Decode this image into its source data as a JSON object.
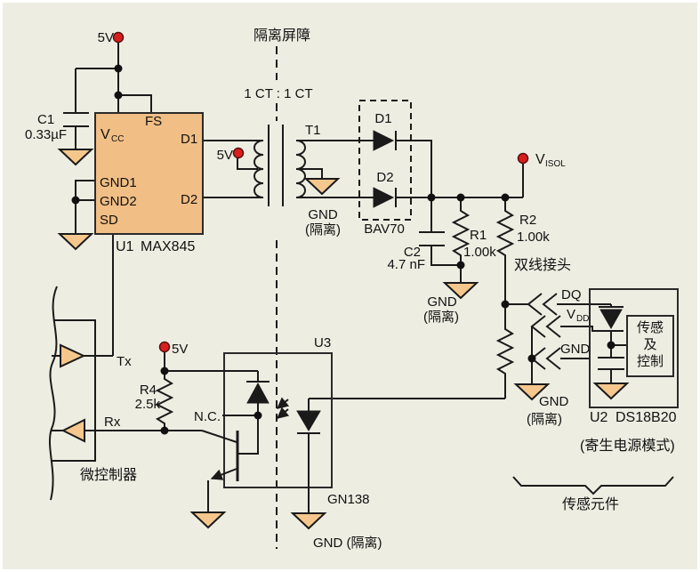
{
  "colors": {
    "background": "#EDEDE2",
    "wire": "#1A1A1A",
    "chip_fill": "#F1BE85",
    "ground_fill": "#F5C78D",
    "supply_dot": "#D81E1E"
  },
  "barrier": {
    "label": "隔离屏障"
  },
  "transformer": {
    "ref": "T1",
    "ratio": "1 CT : 1 CT",
    "tap": "5V",
    "gnd": "GND",
    "gnd_note": "(隔离)"
  },
  "u1": {
    "ref": "U1",
    "part": "MAX845",
    "supply": "5V",
    "pin_fs": "FS",
    "pin_vcc_main": "V",
    "pin_vcc_sub": "CC",
    "pin_d1": "D1",
    "pin_d2": "D2",
    "pin_gnd1": "GND1",
    "pin_gnd2": "GND2",
    "pin_sd": "SD"
  },
  "c1": {
    "ref": "C1",
    "value": "0.33µF"
  },
  "bav70": {
    "part": "BAV70",
    "d1": "D1",
    "d2": "D2"
  },
  "c2": {
    "ref": "C2",
    "value": "4.7 nF"
  },
  "r1": {
    "ref": "R1",
    "value": "1.00k",
    "gnd": "GND",
    "gnd_note": "(隔离)"
  },
  "r2": {
    "ref": "R2",
    "value": "1.00k"
  },
  "visol": {
    "main": "V",
    "sub": "ISOL"
  },
  "connector": {
    "label": "双线接头",
    "dq": "DQ",
    "vdd_main": "V",
    "vdd_sub": "DD",
    "gnd_pin": "GND",
    "gnd": "GND",
    "gnd_note": "(隔离)"
  },
  "u2": {
    "ref": "U2",
    "part": "DS18B20",
    "core_line1": "传感",
    "core_line2": "及",
    "core_line3": "控制",
    "mode": "(寄生电源模式)"
  },
  "sensor": {
    "label": "传感元件"
  },
  "u3": {
    "ref": "U3",
    "part": "GN138",
    "nc": "N.C.",
    "gnd": "GND (隔离)"
  },
  "r4": {
    "ref": "R4",
    "value": "2.5k",
    "supply": "5V"
  },
  "mcu": {
    "label": "微控制器",
    "tx": "Tx",
    "rx": "Rx"
  }
}
